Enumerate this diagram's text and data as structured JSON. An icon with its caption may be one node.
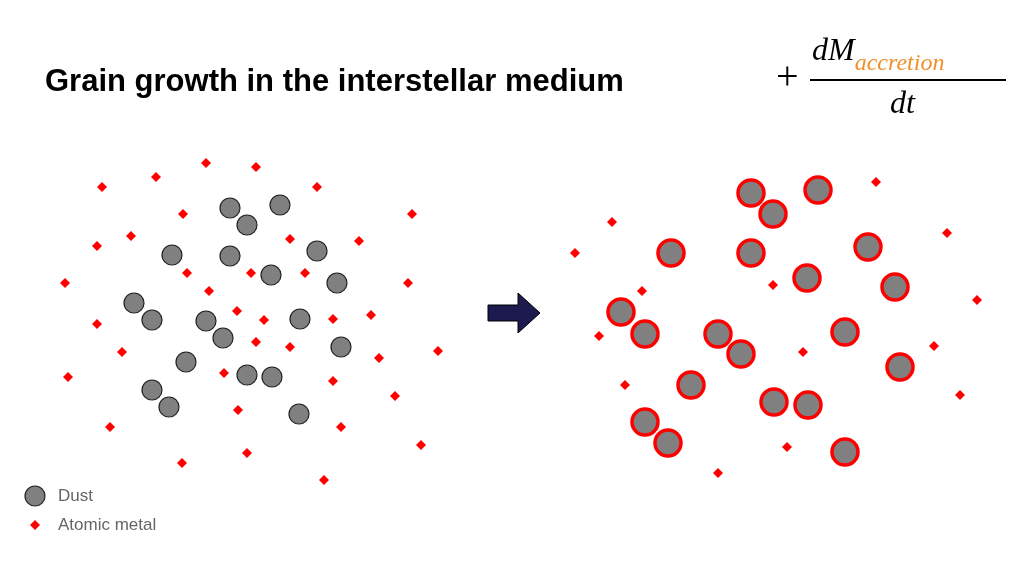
{
  "diagram": {
    "title": "Grain growth in the interstellar medium",
    "labels": [
      "+",
      "dM$_{accretion}$",
      "dt"
    ],
    "legend": [
      {
        "text": "Dust"
      },
      {
        "text": "Atomic metal"
      }
    ]
  }
}
